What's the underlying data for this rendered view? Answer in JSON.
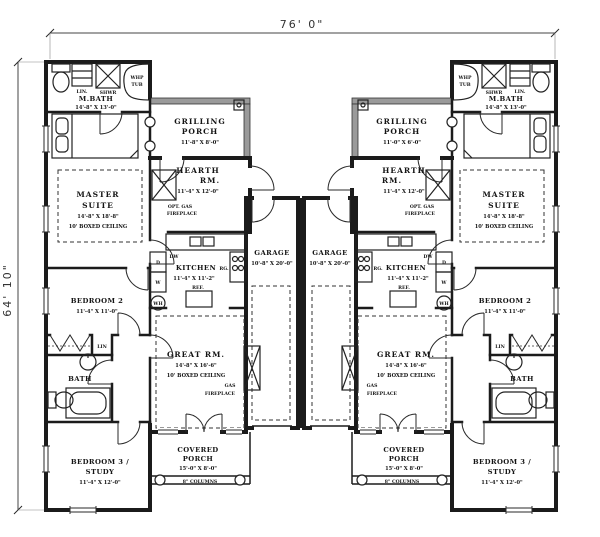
{
  "plan": {
    "width_dim": "76' 0\"",
    "height_dim": "64' 10\""
  },
  "units": {
    "left": {
      "m_bath": "M.BATH",
      "m_bath_dims": "14'-8\" X 13'-0\"",
      "whp": "WHP",
      "tub": "TUB",
      "shwr": "SHWR",
      "lin": "LIN.",
      "master_1": "MASTER",
      "master_2": "SUITE",
      "master_dims": "14'-8\" X 18'-8\"",
      "master_ceiling": "10' BOXED CEILING",
      "grilling_1": "GRILLING",
      "grilling_2": "PORCH",
      "grilling_dims": "11'-8\" X 8'-0\"",
      "hearth_1": "HEARTH",
      "hearth_2": "RM.",
      "hearth_dims": "11'-4\" X 12'-0\"",
      "opt_gas_1": "OPT. GAS",
      "opt_gas_2": "FIREPLACE",
      "dw": "DW",
      "kitchen": "KITCHEN",
      "rg": "RG.",
      "kitchen_dims": "11'-4\" X 11'-2\"",
      "ref": "REF.",
      "d": "D",
      "w": "W",
      "wh": "WH",
      "garage": "GARAGE",
      "garage_dims": "10'-8\" X 20'-0\"",
      "great": "GREAT RM.",
      "great_dims": "14'-8\" X 16'-6\"",
      "great_ceiling": "10' BOXED CEILING",
      "gas_1": "GAS",
      "gas_2": "FIREPLACE",
      "bedroom2": "BEDROOM 2",
      "bedroom2_dims": "11'-4\" X 11'-0\"",
      "lin_closet": "LIN",
      "bath": "BATH",
      "bedroom3_1": "BEDROOM 3 /",
      "bedroom3_2": "STUDY",
      "bedroom3_dims": "11'-4\" X 12'-0\"",
      "covered_1": "COVERED",
      "covered_2": "PORCH",
      "covered_dims": "15'-0\" X 8'-0\"",
      "columns": "8\" COLUMNS"
    },
    "right": {
      "m_bath": "M.BATH",
      "m_bath_dims": "14'-8\" X 13'-0\"",
      "whp": "WHP",
      "tub": "TUB",
      "shwr": "SHWR",
      "lin": "LIN.",
      "master_1": "MASTER",
      "master_2": "SUITE",
      "master_dims": "14'-8\" X 18'-8\"",
      "master_ceiling": "10' BOXED CEILING",
      "grilling_1": "GRILLING",
      "grilling_2": "PORCH",
      "grilling_dims": "11'-0\" X 6'-0\"",
      "hearth_1": "HEARTH",
      "hearth_2": "RM.",
      "hearth_dims": "11'-4\" X 12'-0\"",
      "opt_gas_1": "OPT. GAS",
      "opt_gas_2": "FIREPLACE",
      "dw": "DW",
      "kitchen": "KITCHEN",
      "rg": "RG.",
      "kitchen_dims": "11'-4\" X 11'-2\"",
      "ref": "REF.",
      "d": "D",
      "w": "W",
      "wh": "WH",
      "garage": "GARAGE",
      "garage_dims": "10'-8\" X 20'-0\"",
      "great": "GREAT RM.",
      "great_dims": "14'-8\" X 16'-6\"",
      "great_ceiling": "10' BOXED CEILING",
      "gas_1": "GAS",
      "gas_2": "FIREPLACE",
      "bedroom2": "BEDROOM 2",
      "bedroom2_dims": "11'-4\" X 11'-0\"",
      "lin_closet": "LIN",
      "bath": "BATH",
      "bedroom3_1": "BEDROOM 3 /",
      "bedroom3_2": "STUDY",
      "bedroom3_dims": "11'-4\" X 12'-0\"",
      "covered_1": "COVERED",
      "covered_2": "PORCH",
      "covered_dims": "15'-0\" X 8'-0\"",
      "columns": "8\" COLUMNS"
    }
  }
}
